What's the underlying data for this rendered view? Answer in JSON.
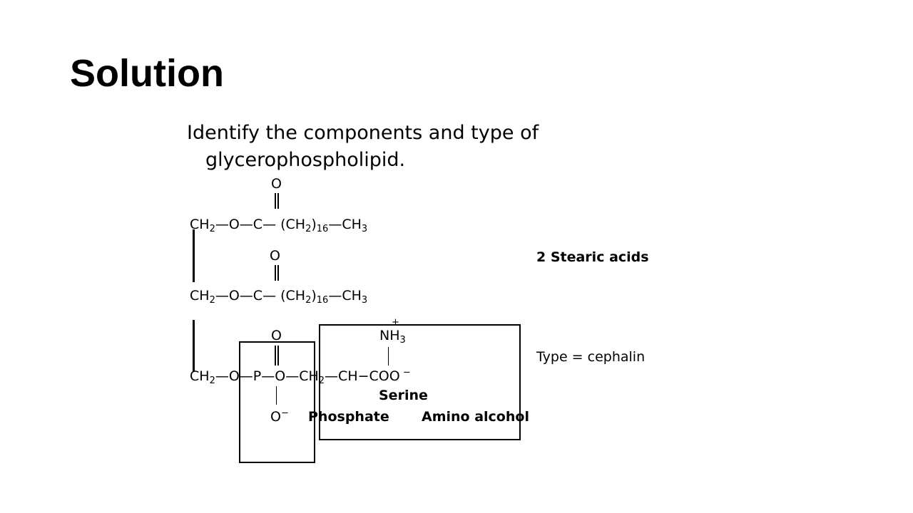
{
  "title": "Solution",
  "prompt": {
    "line1": "Identify the components and type of",
    "line2": "glycerophospholipid."
  },
  "structure": {
    "row1": {
      "ch": "CH",
      "ch_sub": "2",
      "bonds": "—O—C— ",
      "paren": "(CH",
      "paren_sub": "2",
      "close": ")",
      "n": "16",
      "tail": "—CH",
      "tail_sub": "3"
    },
    "row2": {
      "ch": "CH",
      "ch_sub": "2",
      "bonds": "—O—C— ",
      "paren": "(CH",
      "paren_sub": "2",
      "close": ")",
      "n": "16",
      "tail": "—CH",
      "tail_sub": "3"
    },
    "row3": {
      "ch": "CH",
      "ch_sub": "2",
      "bonds": "—O—P—O—CH",
      "mid_sub": "2",
      "tail": "—CH−COO",
      "charge": " −"
    },
    "carbonyl_o1": "O",
    "carbonyl_o2": "O",
    "phosphoryl_o": "O",
    "oxyanion": "O",
    "oxyanion_charge": "−",
    "amine": "NH",
    "amine_sub": "3",
    "amine_charge": "+"
  },
  "labels": {
    "fatty_acids": "2 Stearic acids",
    "type": "Type = cephalin",
    "serine": "Serine",
    "phosphate": "Phosphate",
    "amino_alcohol": "Amino alcohol"
  }
}
